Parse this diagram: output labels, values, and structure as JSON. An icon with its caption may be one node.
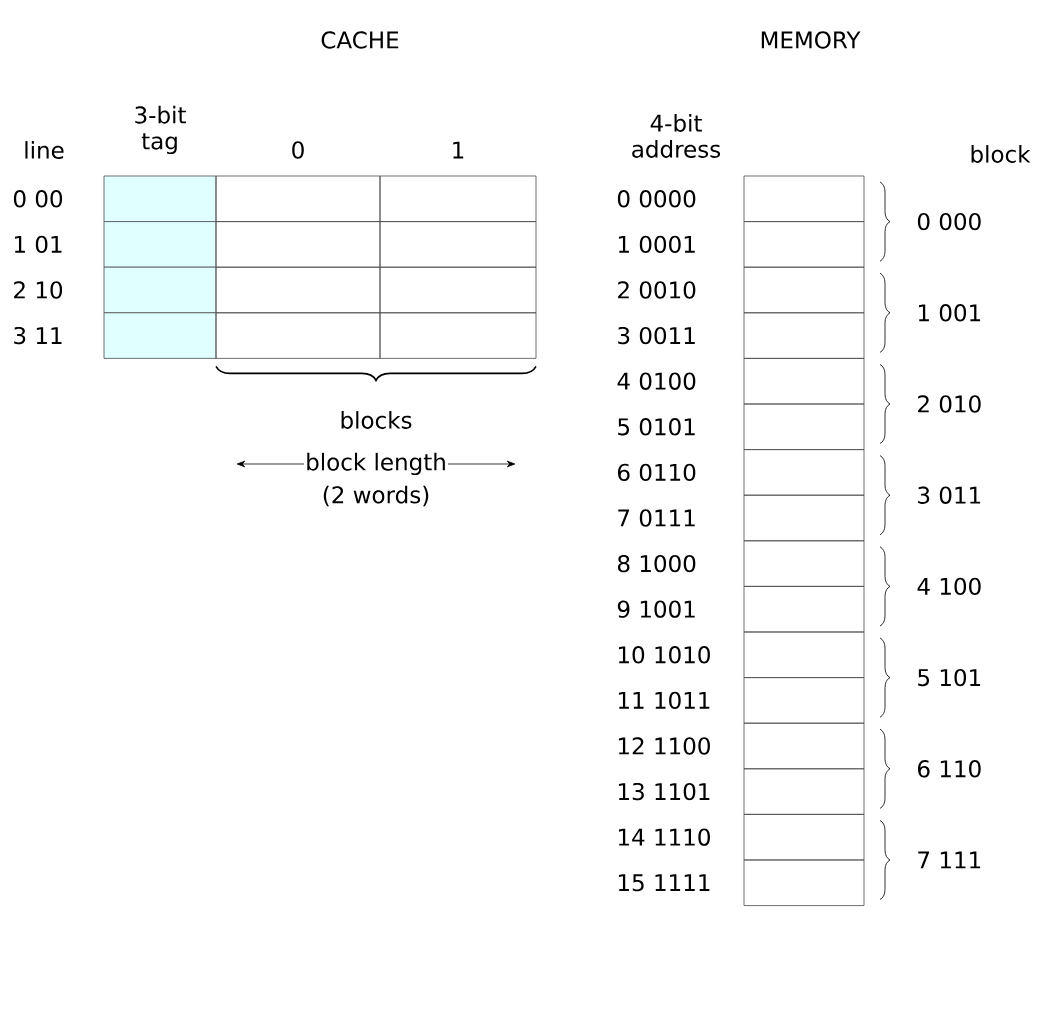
{
  "diagram": {
    "labels": [
      "CACHE",
      "MEMORY",
      "line",
      "3-bit tag",
      "0",
      "1",
      "0 00",
      "1 01",
      "2 10",
      "3 11",
      "blocks",
      "block length",
      "(2 words)",
      "4-bit address",
      "block",
      "0 0000",
      "1 0001",
      "2 0010",
      "3 0011",
      "4 0100",
      "5 0101",
      "6 0110",
      "7 0111",
      "8 1000",
      "9 1001",
      "10 1010",
      "11 1011",
      "12 1100",
      "13 1101",
      "14 1110",
      "15 1111",
      "0 000",
      "1 001",
      "2 010",
      "3 011",
      "4 100",
      "5 101",
      "6 110",
      "7 111"
    ]
  }
}
